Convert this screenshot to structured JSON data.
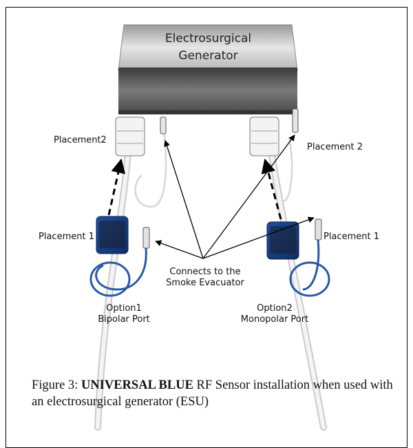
{
  "generator": {
    "label_line1": "Electrosurgical",
    "label_line2": "Generator"
  },
  "labels": {
    "placement2_left": "Placement2",
    "placement2_right": "Placement 2",
    "placement1_left": "Placement 1",
    "placement1_right": "Placement 1",
    "connects_line1": "Connects to the",
    "connects_line2": "Smoke Evacuator",
    "option1_line1": "Option1",
    "option1_line2": "Bipolar Port",
    "option2_line1": "Option2",
    "option2_line2": "Monopolar Port"
  },
  "caption": {
    "prefix": "Figure 3: ",
    "bold": "UNIVERSAL BLUE",
    "rest": " RF Sensor installation when used with an electrosurgical generator (ESU)"
  },
  "colors": {
    "sensor_blue": "#1f4f99",
    "cable_gray": "#d8dadb",
    "generator_gray": "#b8b8b8"
  }
}
